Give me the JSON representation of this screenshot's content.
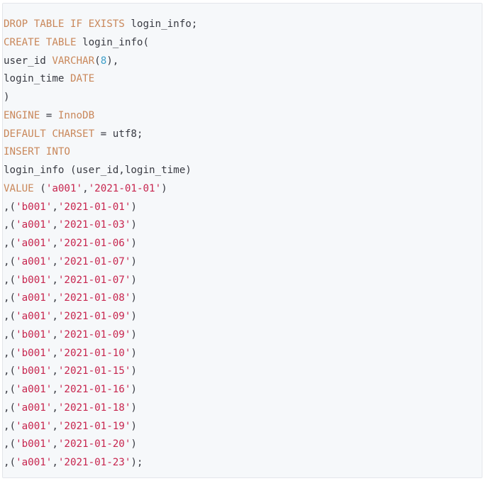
{
  "code_block": {
    "language": "sql",
    "colors": {
      "background": "#f6f8fa",
      "keyword": "#c9875a",
      "string": "#c7254e",
      "number": "#3f9fc9",
      "plain": "#383a42"
    },
    "lines": [
      [
        {
          "t": "kw",
          "v": "DROP TABLE IF EXISTS"
        },
        {
          "t": "p",
          "v": " login_info;"
        }
      ],
      [
        {
          "t": "kw",
          "v": "CREATE TABLE"
        },
        {
          "t": "p",
          "v": " login_info("
        }
      ],
      [
        {
          "t": "p",
          "v": "user_id "
        },
        {
          "t": "kw",
          "v": "VARCHAR"
        },
        {
          "t": "p",
          "v": "("
        },
        {
          "t": "num",
          "v": "8"
        },
        {
          "t": "p",
          "v": "),"
        }
      ],
      [
        {
          "t": "p",
          "v": "login_time "
        },
        {
          "t": "kw",
          "v": "DATE"
        }
      ],
      [
        {
          "t": "p",
          "v": ")"
        }
      ],
      [
        {
          "t": "kw",
          "v": "ENGINE"
        },
        {
          "t": "p",
          "v": " = "
        },
        {
          "t": "kw",
          "v": "InnoDB"
        }
      ],
      [
        {
          "t": "kw",
          "v": "DEFAULT CHARSET"
        },
        {
          "t": "p",
          "v": " = utf8;"
        }
      ],
      [
        {
          "t": "kw",
          "v": "INSERT INTO"
        }
      ],
      [
        {
          "t": "p",
          "v": "login_info (user_id,login_time)"
        }
      ],
      [
        {
          "t": "kw",
          "v": "VALUE"
        },
        {
          "t": "p",
          "v": " ("
        },
        {
          "t": "str",
          "v": "'a001'"
        },
        {
          "t": "p",
          "v": ","
        },
        {
          "t": "str",
          "v": "'2021-01-01'"
        },
        {
          "t": "p",
          "v": ")"
        }
      ],
      [
        {
          "t": "p",
          "v": ",("
        },
        {
          "t": "str",
          "v": "'b001'"
        },
        {
          "t": "p",
          "v": ","
        },
        {
          "t": "str",
          "v": "'2021-01-01'"
        },
        {
          "t": "p",
          "v": ")"
        }
      ],
      [
        {
          "t": "p",
          "v": ",("
        },
        {
          "t": "str",
          "v": "'a001'"
        },
        {
          "t": "p",
          "v": ","
        },
        {
          "t": "str",
          "v": "'2021-01-03'"
        },
        {
          "t": "p",
          "v": ")"
        }
      ],
      [
        {
          "t": "p",
          "v": ",("
        },
        {
          "t": "str",
          "v": "'a001'"
        },
        {
          "t": "p",
          "v": ","
        },
        {
          "t": "str",
          "v": "'2021-01-06'"
        },
        {
          "t": "p",
          "v": ")"
        }
      ],
      [
        {
          "t": "p",
          "v": ",("
        },
        {
          "t": "str",
          "v": "'a001'"
        },
        {
          "t": "p",
          "v": ","
        },
        {
          "t": "str",
          "v": "'2021-01-07'"
        },
        {
          "t": "p",
          "v": ")"
        }
      ],
      [
        {
          "t": "p",
          "v": ",("
        },
        {
          "t": "str",
          "v": "'b001'"
        },
        {
          "t": "p",
          "v": ","
        },
        {
          "t": "str",
          "v": "'2021-01-07'"
        },
        {
          "t": "p",
          "v": ")"
        }
      ],
      [
        {
          "t": "p",
          "v": ",("
        },
        {
          "t": "str",
          "v": "'a001'"
        },
        {
          "t": "p",
          "v": ","
        },
        {
          "t": "str",
          "v": "'2021-01-08'"
        },
        {
          "t": "p",
          "v": ")"
        }
      ],
      [
        {
          "t": "p",
          "v": ",("
        },
        {
          "t": "str",
          "v": "'a001'"
        },
        {
          "t": "p",
          "v": ","
        },
        {
          "t": "str",
          "v": "'2021-01-09'"
        },
        {
          "t": "p",
          "v": ")"
        }
      ],
      [
        {
          "t": "p",
          "v": ",("
        },
        {
          "t": "str",
          "v": "'b001'"
        },
        {
          "t": "p",
          "v": ","
        },
        {
          "t": "str",
          "v": "'2021-01-09'"
        },
        {
          "t": "p",
          "v": ")"
        }
      ],
      [
        {
          "t": "p",
          "v": ",("
        },
        {
          "t": "str",
          "v": "'b001'"
        },
        {
          "t": "p",
          "v": ","
        },
        {
          "t": "str",
          "v": "'2021-01-10'"
        },
        {
          "t": "p",
          "v": ")"
        }
      ],
      [
        {
          "t": "p",
          "v": ",("
        },
        {
          "t": "str",
          "v": "'b001'"
        },
        {
          "t": "p",
          "v": ","
        },
        {
          "t": "str",
          "v": "'2021-01-15'"
        },
        {
          "t": "p",
          "v": ")"
        }
      ],
      [
        {
          "t": "p",
          "v": ",("
        },
        {
          "t": "str",
          "v": "'a001'"
        },
        {
          "t": "p",
          "v": ","
        },
        {
          "t": "str",
          "v": "'2021-01-16'"
        },
        {
          "t": "p",
          "v": ")"
        }
      ],
      [
        {
          "t": "p",
          "v": ",("
        },
        {
          "t": "str",
          "v": "'a001'"
        },
        {
          "t": "p",
          "v": ","
        },
        {
          "t": "str",
          "v": "'2021-01-18'"
        },
        {
          "t": "p",
          "v": ")"
        }
      ],
      [
        {
          "t": "p",
          "v": ",("
        },
        {
          "t": "str",
          "v": "'a001'"
        },
        {
          "t": "p",
          "v": ","
        },
        {
          "t": "str",
          "v": "'2021-01-19'"
        },
        {
          "t": "p",
          "v": ")"
        }
      ],
      [
        {
          "t": "p",
          "v": ",("
        },
        {
          "t": "str",
          "v": "'b001'"
        },
        {
          "t": "p",
          "v": ","
        },
        {
          "t": "str",
          "v": "'2021-01-20'"
        },
        {
          "t": "p",
          "v": ")"
        }
      ],
      [
        {
          "t": "p",
          "v": ",("
        },
        {
          "t": "str",
          "v": "'a001'"
        },
        {
          "t": "p",
          "v": ","
        },
        {
          "t": "str",
          "v": "'2021-01-23'"
        },
        {
          "t": "p",
          "v": ");"
        }
      ]
    ]
  }
}
